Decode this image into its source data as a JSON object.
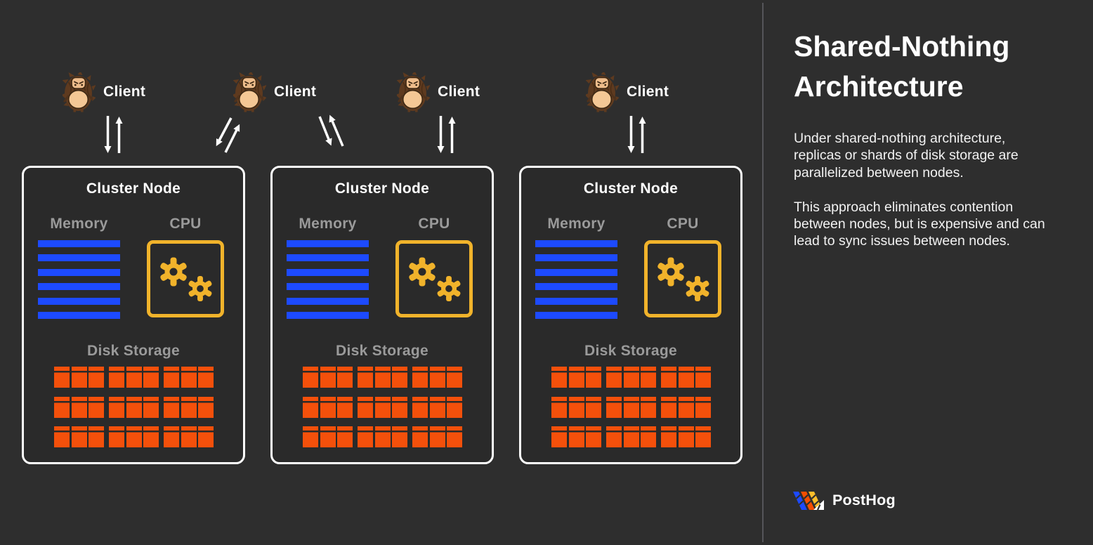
{
  "colors": {
    "background": "#2e2e2e",
    "node_background": "#2a2a2a",
    "memory_blue": "#1d4aff",
    "cpu_gold": "#f1b32b",
    "disk_orange": "#f4500b",
    "label_gray": "#9a9a9a",
    "divider_gray": "#55555a",
    "body_text": "#f2f2f2",
    "arrow_white": "#ffffff",
    "logo_blue": "#1d4aff",
    "logo_orange": "#f54e00",
    "logo_yellow": "#f9bd2b"
  },
  "diagram": {
    "clients": [
      {
        "label": "Client",
        "icon": "hedgehog-icon"
      },
      {
        "label": "Client",
        "icon": "hedgehog-icon"
      },
      {
        "label": "Client",
        "icon": "hedgehog-icon"
      },
      {
        "label": "Client",
        "icon": "hedgehog-icon"
      }
    ],
    "connections": [
      {
        "from": "client-1",
        "to": "cluster-node-1",
        "style": "vertical-bidirectional"
      },
      {
        "from": "client-2",
        "to": "cluster-node-1",
        "style": "diagonal-bidirectional"
      },
      {
        "from": "client-2",
        "to": "cluster-node-2",
        "style": "diagonal-bidirectional"
      },
      {
        "from": "client-3",
        "to": "cluster-node-2",
        "style": "vertical-bidirectional"
      },
      {
        "from": "client-4",
        "to": "cluster-node-3",
        "style": "vertical-bidirectional"
      }
    ],
    "nodes": [
      {
        "title": "Cluster Node",
        "memory_label": "Memory",
        "cpu_label": "CPU",
        "disk_label": "Disk Storage",
        "memory_bar_count": 6,
        "disk": {
          "rows": 3,
          "groups": 3,
          "units_per_group": 3
        }
      },
      {
        "title": "Cluster Node",
        "memory_label": "Memory",
        "cpu_label": "CPU",
        "disk_label": "Disk Storage",
        "memory_bar_count": 6,
        "disk": {
          "rows": 3,
          "groups": 3,
          "units_per_group": 3
        }
      },
      {
        "title": "Cluster Node",
        "memory_label": "Memory",
        "cpu_label": "CPU",
        "disk_label": "Disk Storage",
        "memory_bar_count": 6,
        "disk": {
          "rows": 3,
          "groups": 3,
          "units_per_group": 3
        }
      }
    ]
  },
  "panel": {
    "title_line1": "Shared-Nothing",
    "title_line2": "Architecture",
    "paragraph1": "Under shared-nothing architecture, replicas or shards of disk storage are parallelized between nodes.",
    "paragraph2": "This approach eliminates contention between nodes, but is expensive and can lead to sync issues between nodes.",
    "brand": "PostHog"
  }
}
